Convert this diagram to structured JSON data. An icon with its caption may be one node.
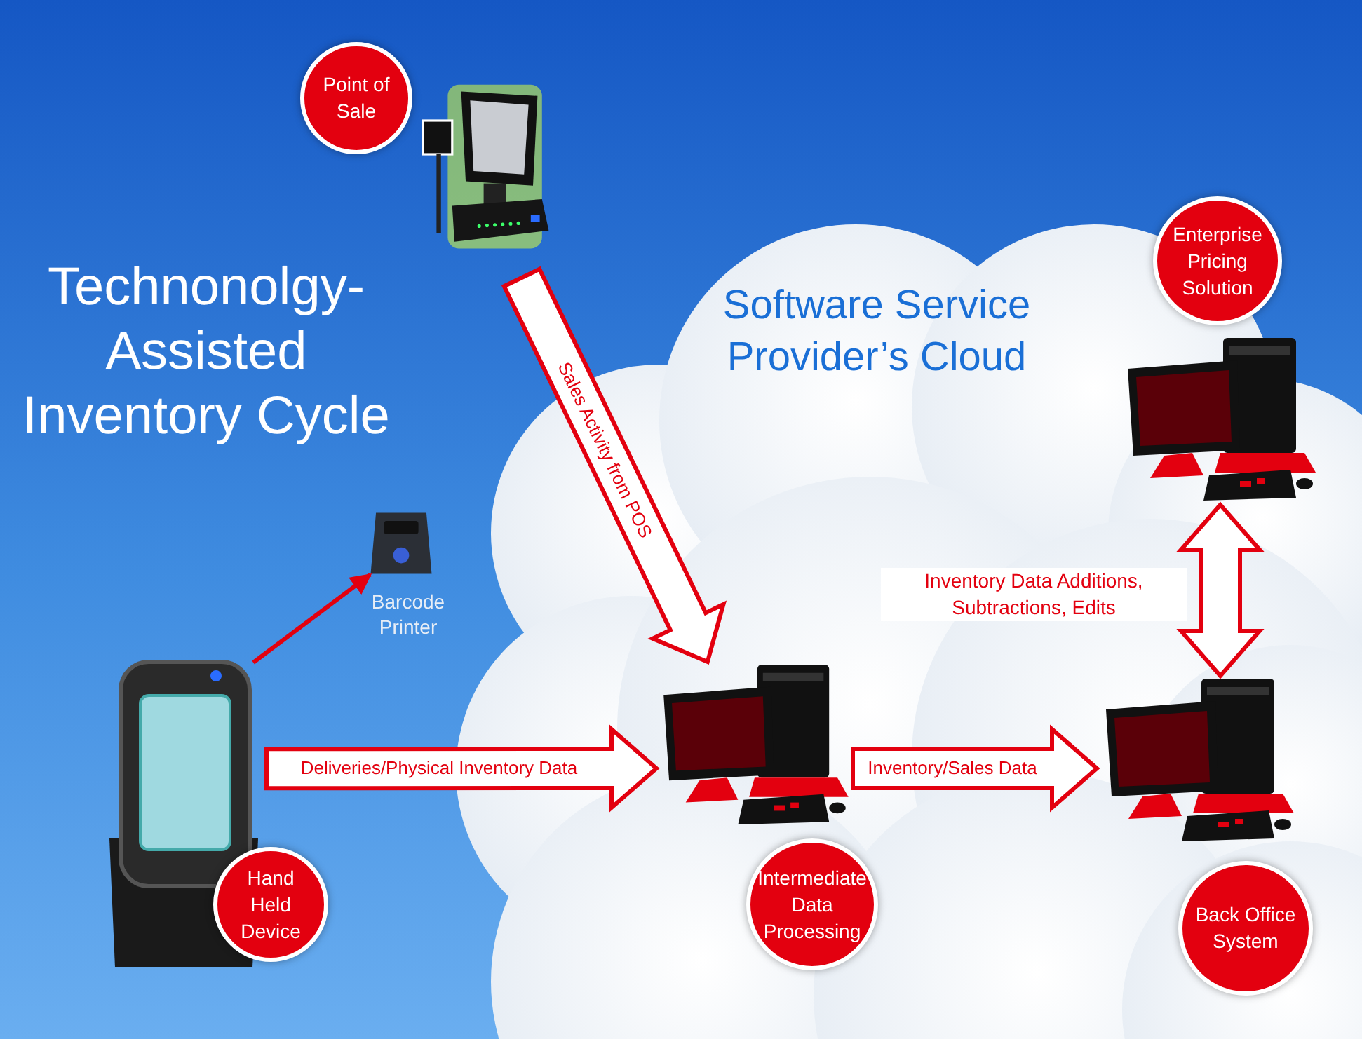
{
  "diagram": {
    "title": "Technonolgy- Assisted Inventory Cycle",
    "nodes": [
      {
        "text": [
          "Software Service Provider’s Cloud"
        ]
      },
      {
        "text": [
          "Point of Sale"
        ]
      },
      {
        "text": [],
        "shape": "picture"
      },
      {
        "text": [],
        "shape": "picture",
        "beside": [
          "Barcode Printer"
        ]
      },
      {
        "text": [],
        "shape": "picture"
      },
      {
        "text": [
          "Hand Held Device"
        ]
      },
      {
        "text": [],
        "shape": "picture",
        "in": 0
      },
      {
        "text": [
          "Intermediate Data Processing"
        ],
        "in": 0
      },
      {
        "text": [],
        "shape": "picture",
        "in": 0
      },
      {
        "text": [
          "Back Office System"
        ],
        "in": 0
      },
      {
        "text": [],
        "shape": "picture",
        "in": 0
      },
      {
        "text": [
          "Enterprise Pricing Solution"
        ],
        "in": 0
      }
    ],
    "edges": [
      {
        "from": 2,
        "to": 6,
        "arrow": "to",
        "label": "Sales Activity from POS",
        "style": "thick"
      },
      {
        "from": 4,
        "to": 3,
        "arrow": "to"
      },
      {
        "from": 4,
        "to": 6,
        "arrow": "to",
        "label": "Deliveries/Physical Inventory Data",
        "style": "thick"
      },
      {
        "from": 6,
        "to": 8,
        "arrow": "to",
        "label": "Inventory/Sales Data",
        "style": "thick"
      },
      {
        "from": 10,
        "to": 8,
        "arrow": "both",
        "label": "Inventory Data Additions, Subtractions, Edits",
        "style": "thick"
      }
    ]
  }
}
